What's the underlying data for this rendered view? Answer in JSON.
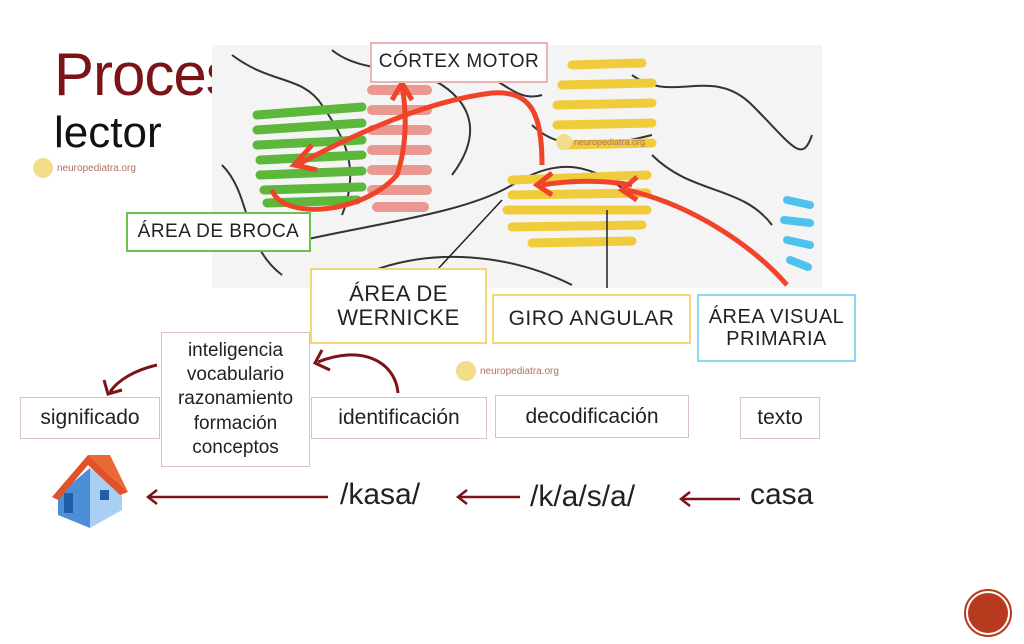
{
  "title": {
    "line1": "Proceso",
    "line2": "lector"
  },
  "watermark": "neuropediatra.org",
  "brain_labels": {
    "motor": "CÓRTEX MOTOR",
    "broca": "ÁREA DE BROCA",
    "wernicke_1": "ÁREA DE",
    "wernicke_2": "WERNICKE",
    "angular": "GIRO ANGULAR",
    "visual_1": "ÁREA VISUAL",
    "visual_2": "PRIMARIA"
  },
  "processes": {
    "meaning": "significado",
    "cognition": [
      "inteligencia",
      "vocabulario",
      "razonamiento",
      "formación",
      "conceptos"
    ],
    "identification": "identificación",
    "decoding": "decodificación",
    "text": "texto"
  },
  "example": {
    "phonological": "/kasa/",
    "phonemes": "/k/a/s/a/",
    "word": "casa"
  },
  "colors": {
    "title": "#7a1416",
    "broca": "#5cb83a",
    "motor": "#e88a82",
    "wernicke": "#f0cc3a",
    "visual": "#4fc3f0",
    "arrow": "#f0442a",
    "dark_arrow": "#7a1416"
  }
}
